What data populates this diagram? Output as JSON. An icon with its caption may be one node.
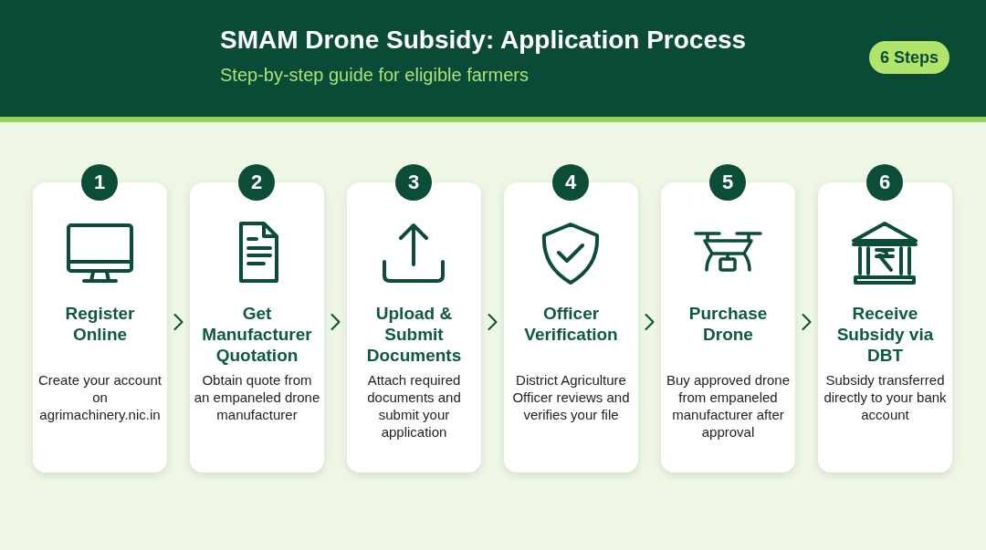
{
  "diagram": {
    "title": "SMAM Drone Subsidy: Application Process",
    "nodes": [
      {
        "text": [
          "1",
          "Register Online",
          "Create your account on agrimachinery.nic.in"
        ]
      },
      {
        "text": [
          "2",
          "Get Manufacturer Quotation",
          "Obtain quote from an empaneled drone manufacturer"
        ]
      },
      {
        "text": [
          "3",
          "Upload & Submit Documents",
          "Attach required documents and submit your application"
        ]
      },
      {
        "text": [
          "4",
          "Officer Verification",
          "District Agriculture Officer reviews and verifies your file"
        ]
      },
      {
        "text": [
          "5",
          "Purchase Drone",
          "Buy approved drone from empaneled manufacturer after approval"
        ]
      },
      {
        "text": [
          "6",
          "Receive Subsidy via DBT",
          "Subsidy transferred directly to your bank account"
        ]
      }
    ],
    "edges": [
      {
        "from": 0,
        "to": 1,
        "arrow": "to"
      },
      {
        "from": 1,
        "to": 2,
        "arrow": "to"
      },
      {
        "from": 2,
        "to": 3,
        "arrow": "to"
      },
      {
        "from": 3,
        "to": 4,
        "arrow": "to"
      },
      {
        "from": 4,
        "to": 5,
        "arrow": "to"
      }
    ],
    "labels": [
      "Step-by-step guide for eligible farmers",
      "6 Steps"
    ]
  }
}
